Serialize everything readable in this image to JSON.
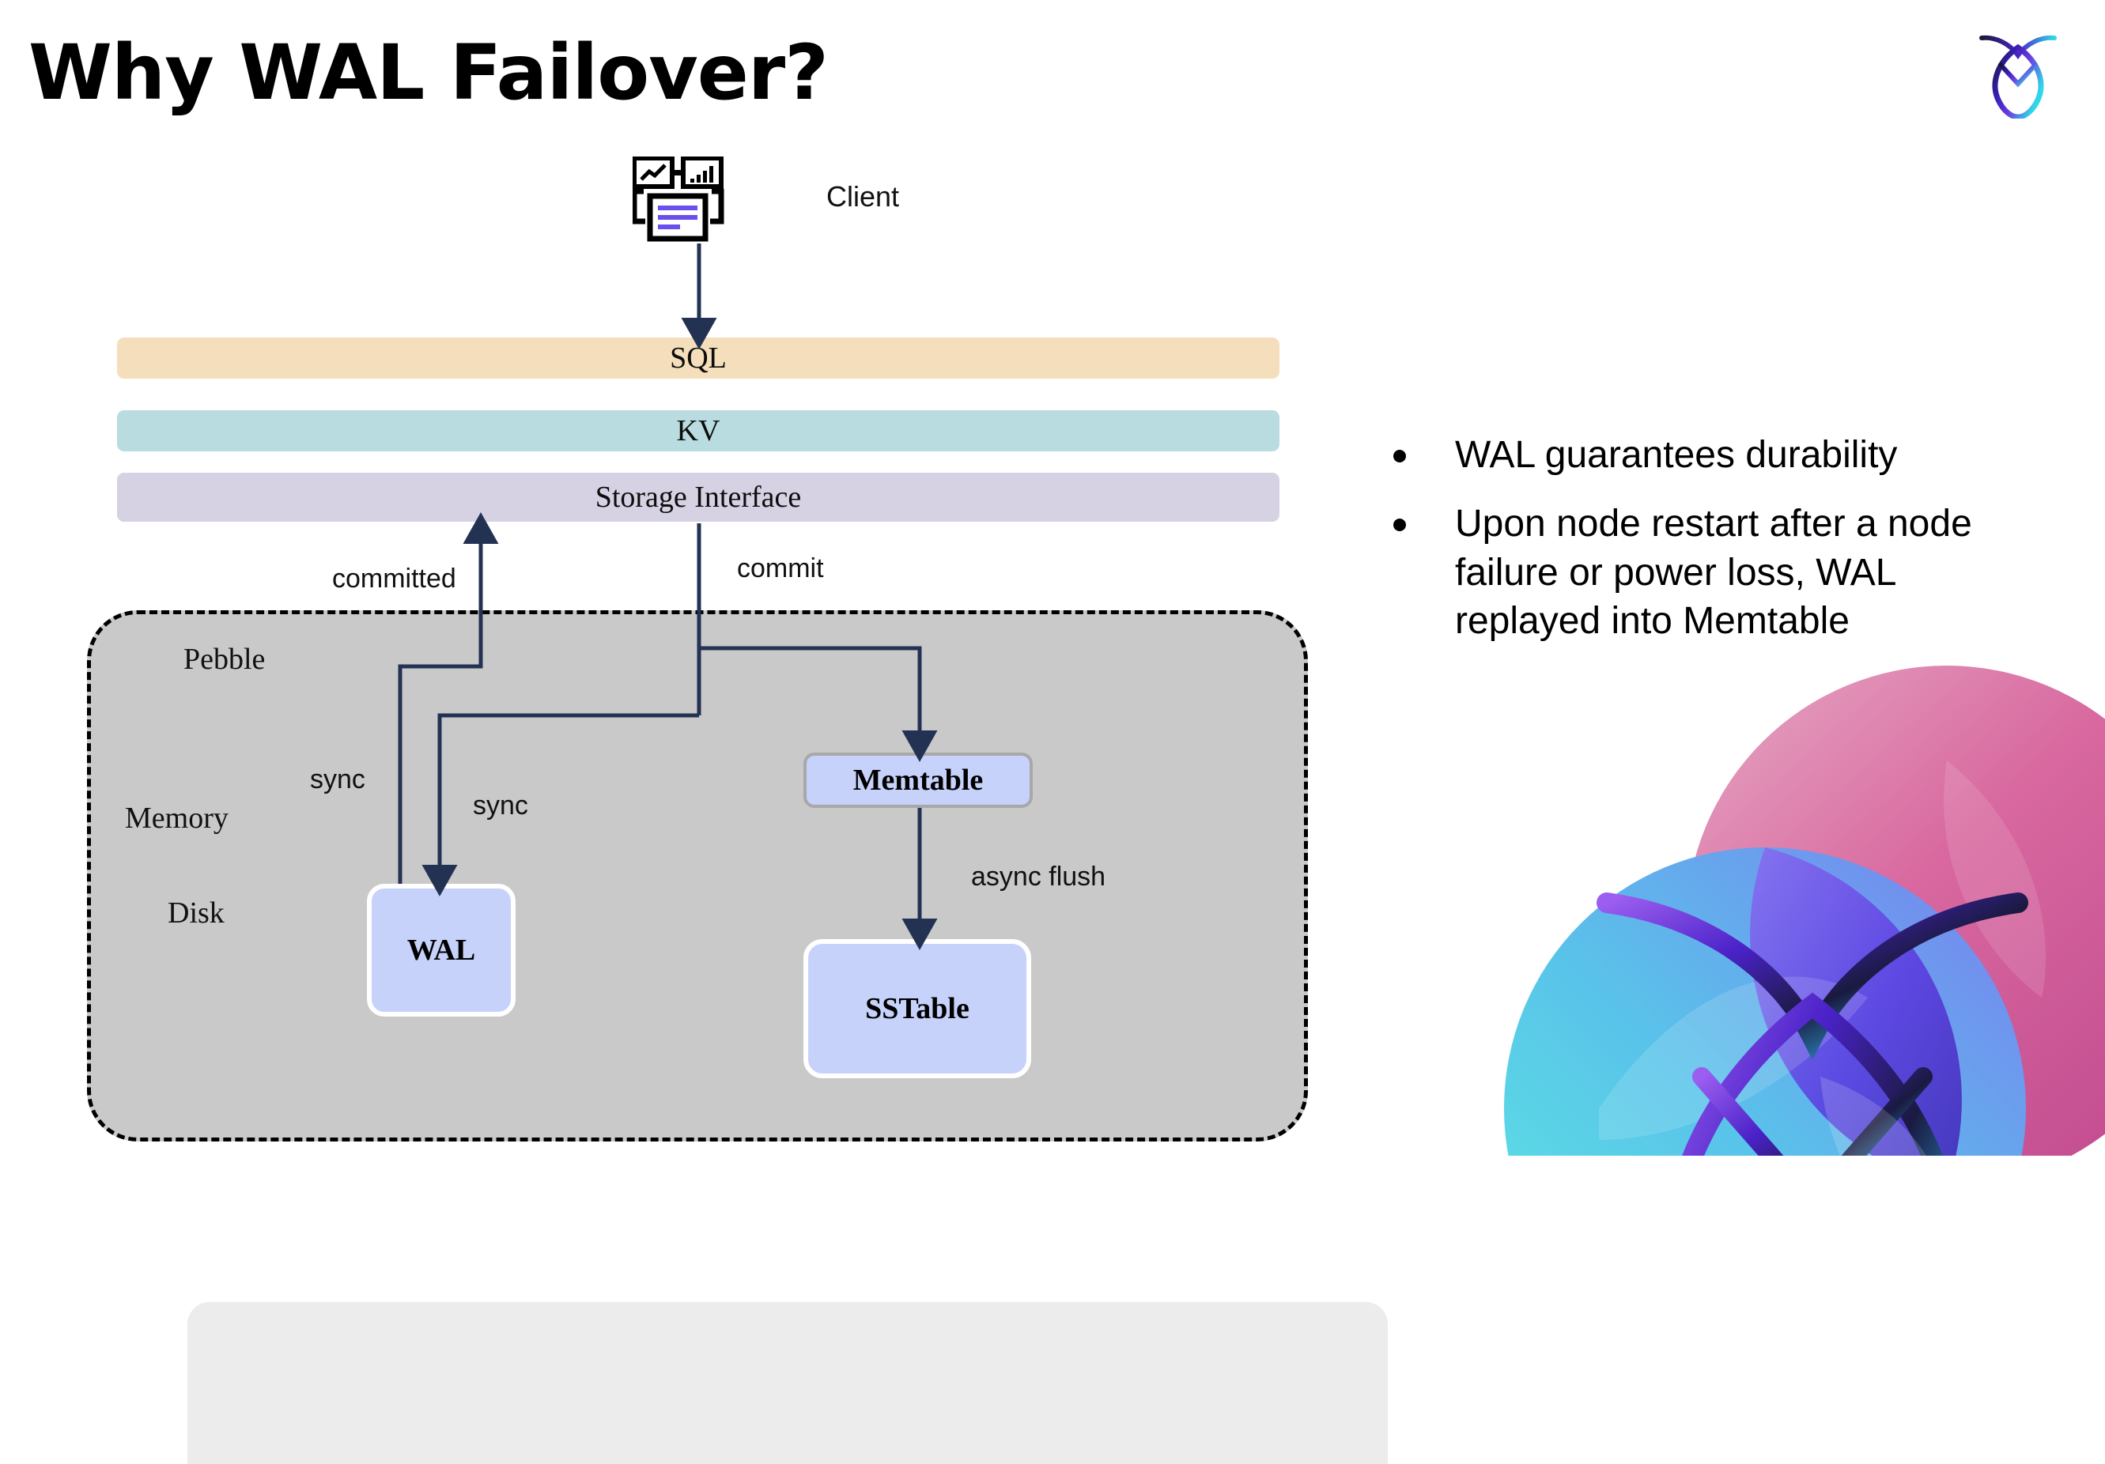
{
  "slide": {
    "title": "Why WAL Failover?"
  },
  "diagram": {
    "client": {
      "label": "Client",
      "icon": "client-dashboard-icon"
    },
    "stack_layers": [
      {
        "id": "sql",
        "label": "SQL",
        "color": "#f5debb"
      },
      {
        "id": "kv",
        "label": "KV",
        "color": "#b8dcdf"
      },
      {
        "id": "storage",
        "label": "Storage Interface",
        "color": "#d6d2e4"
      }
    ],
    "container": {
      "label": "Pebble",
      "fill": "#c9c9c9",
      "border_color": "#000000",
      "border_style": "dashed"
    },
    "regions": [
      {
        "id": "memory",
        "label": "Memory",
        "fill": "#ececec"
      },
      {
        "id": "disk",
        "label": "Disk",
        "fill": "#c9c9c9"
      }
    ],
    "store_boxes": [
      {
        "id": "wal",
        "label": "WAL",
        "fill": "#c6d2fa",
        "border": "#ffffff"
      },
      {
        "id": "memtable",
        "label": "Memtable",
        "fill": "#c6d2fa",
        "border": "#a8a8a8"
      },
      {
        "id": "sstable",
        "label": "SSTable",
        "fill": "#c6d2fa",
        "border": "#ffffff"
      }
    ],
    "edges": [
      {
        "id": "client-to-sql",
        "label": ""
      },
      {
        "id": "committed",
        "label": "committed"
      },
      {
        "id": "commit",
        "label": "commit"
      },
      {
        "id": "sync-left",
        "label": "sync"
      },
      {
        "id": "sync-right",
        "label": "sync"
      },
      {
        "id": "async-flush",
        "label": "async flush"
      }
    ],
    "arrow_color": "#233253"
  },
  "bullets": [
    "WAL guarantees durability",
    "Upon node restart after a node failure or power loss, WAL replayed into Memtable"
  ],
  "branding": {
    "logo": "cockroach-labs-logo",
    "logo_colors": [
      "#1b1b3a",
      "#5b21c8",
      "#2fd8e8"
    ],
    "corner_graphic": "overlapping-circles-decoration",
    "corner_colors": [
      "#d6629b",
      "#cf5f92",
      "#4fe3e0",
      "#6f8ef4",
      "#6a32d8"
    ]
  }
}
